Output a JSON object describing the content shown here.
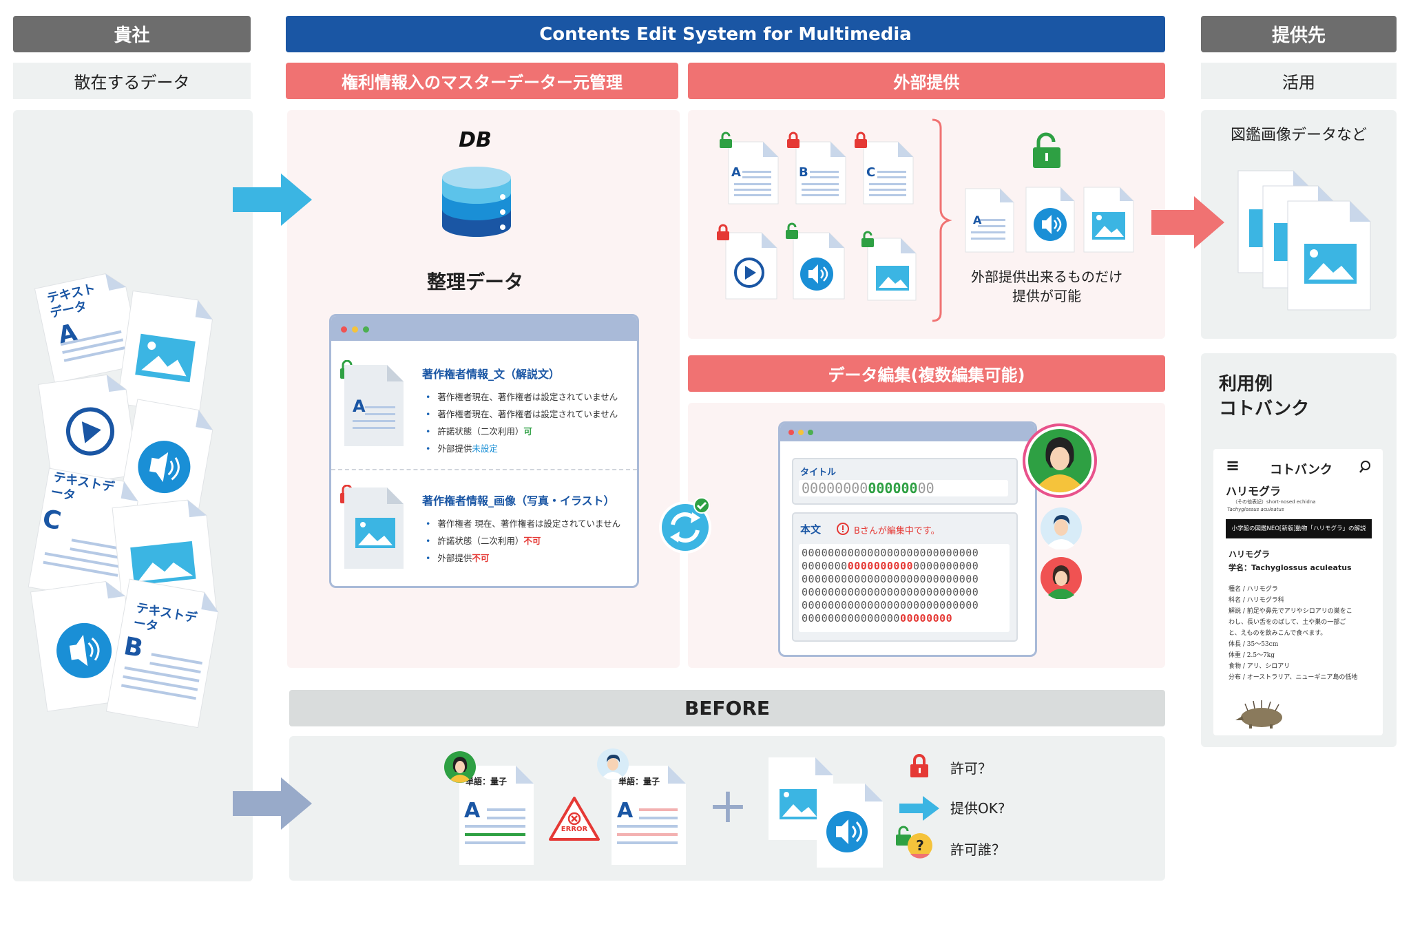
{
  "headers": {
    "client": "貴社",
    "system": "Contents Edit System for Multimedia",
    "provider": "提供先"
  },
  "subheaders": {
    "scattered": "散在するデータ",
    "master": "権利情報入のマスターデーター元管理",
    "external": "外部提供",
    "usage": "活用",
    "edit": "データ編集(複数編集可能)",
    "before": "BEFORE"
  },
  "left": {
    "doc_text_a": "テキストデータ",
    "doc_letter_a": "A",
    "doc_text_c": "テキストデータ",
    "doc_letter_c": "C",
    "doc_text_b": "テキストデータ",
    "doc_letter_b": "B"
  },
  "master": {
    "db_label": "DB",
    "organized": "整理データ",
    "item1": {
      "title": "著作権者情報_文（解説文）",
      "letter": "A",
      "lines": [
        "著作権者現在、著作権者は設定されていません",
        "著作権者現在、著作権者は設定されていません"
      ],
      "permission_label": "許諾状態（二次利用）",
      "permission_value": "可",
      "external_label": "外部提供",
      "external_value": "未設定"
    },
    "item2": {
      "title": "著作権者情報_画像（写真・イラスト）",
      "lines": [
        "著作権者 現在、著作権者は設定されていません"
      ],
      "permission_label": "許諾状態（二次利用）",
      "permission_value": "不可",
      "external_label": "外部提供",
      "external_value": "不可"
    }
  },
  "external": {
    "letters": [
      "A",
      "B",
      "C"
    ],
    "result_letter": "A",
    "caption_line1": "外部提供出来るものだけ",
    "caption_line2": "提供が可能"
  },
  "edit": {
    "title_label": "タイトル",
    "title_value_grey1": "00000000",
    "title_value_green": "000000",
    "title_value_grey2": "00",
    "body_label": "本文",
    "warning": "Bさんが編集中です。",
    "body_rows": [
      [
        "000000000000000000000000000",
        "",
        ""
      ],
      [
        "0000000",
        "0000000000",
        "0000000000"
      ],
      [
        "000000000000000000000000000",
        "",
        ""
      ],
      [
        "000000000000000000000000000",
        "",
        ""
      ],
      [
        "000000000000000000000000000",
        "",
        ""
      ],
      [
        "000000000000000",
        "00000000",
        ""
      ]
    ]
  },
  "provider": {
    "example_data": "図鑑画像データなど",
    "usage_example_line1": "利用例",
    "usage_example_line2": "コトバンク",
    "kotobank": {
      "menu_icon": "≡",
      "brand": "コトバンク",
      "term": "ハリモグラ",
      "alt_name": "（その他表記）short-nosed echidna",
      "sci_small": "Tachyglossus aculeatus",
      "banner": "小学館の図鑑NEO[新版]動物「ハリモグラ」の解説",
      "heading": "ハリモグラ",
      "sci_label": "学名：Tachyglossus aculeatus",
      "details": [
        "種名 / ハリモグラ",
        "科名 / ハリモグラ科",
        "解説 / 前足や鼻先でアリやシロアリの巣をこ",
        "わし、長い舌をのばして、土や巣の一部ご",
        "と、えものを飲みこんで食べます。",
        "体長 / 35〜53cm",
        "体重 / 2.5〜7kg",
        "食物 / アリ、シロアリ",
        "分布 / オーストラリア、ニューギニア島の低地"
      ]
    }
  },
  "before": {
    "word_label_1": "単語：量子",
    "word_label_2": "単語：量子",
    "letter": "A",
    "error_label": "ERROR",
    "plus": "+",
    "legend": [
      "許可？",
      "提供OK?",
      "許可誰？"
    ]
  },
  "colors": {
    "grey_header": "#6d6d6d",
    "blue_header": "#1a56a4",
    "red_header": "#f07272",
    "panel_grey": "#eef1f1",
    "panel_pink": "#fcf3f3",
    "accent_blue": "#1a8fd6",
    "cyan": "#3bb5e3"
  }
}
